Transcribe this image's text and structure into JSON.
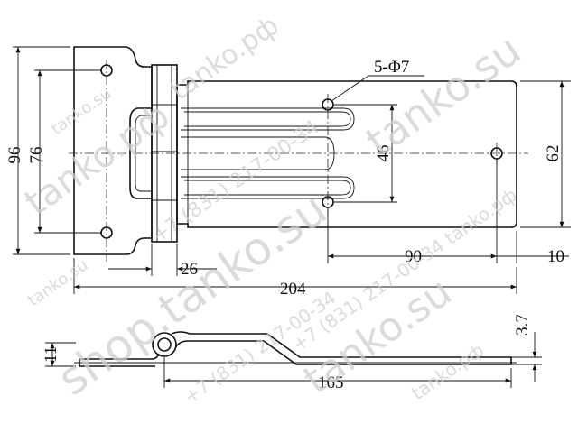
{
  "dimensions": {
    "height_overall": "96",
    "height_hole_spacing": "76",
    "height_slot_spacing": "46",
    "height_right_plate": "62",
    "hole_callout": "5-Φ7",
    "knuckle_offset": "26",
    "hole_to_hole": "90",
    "edge_to_hole": "10",
    "length_overall": "204",
    "length_side": "165",
    "thickness_left": "11",
    "thickness_right": "3.7"
  },
  "watermarks": {
    "site_ru": "tanko.su",
    "site_rf": "tanko.рф",
    "shop": "shop.tanko.su",
    "phone": "+7 (831) 217-00-34",
    "phone_rf": "+7 (831) 217-00-34 tanko.рф"
  }
}
